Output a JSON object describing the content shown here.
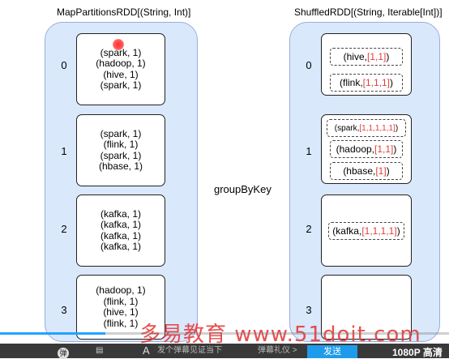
{
  "diagram": {
    "left_title": "MapPartitionsRDD[(String, Int)]",
    "right_title": "ShuffledRDD[(String, Iterable[Int])]",
    "operation_label": "groupByKey",
    "left_partitions": [
      {
        "index": "0",
        "lines": [
          "(spark, 1)",
          "(hadoop, 1)",
          "(hive, 1)",
          "(spark, 1)"
        ]
      },
      {
        "index": "1",
        "lines": [
          "(spark, 1)",
          "(flink, 1)",
          "(spark, 1)",
          "(hbase, 1)"
        ]
      },
      {
        "index": "2",
        "lines": [
          "(kafka, 1)",
          "(kafka, 1)",
          "(kafka, 1)",
          "(kafka, 1)"
        ]
      },
      {
        "index": "3",
        "lines": [
          "(hadoop, 1)",
          "(flink, 1)",
          "(hive, 1)",
          "(flink, 1)"
        ]
      }
    ],
    "right_partitions": [
      {
        "index": "0",
        "items": [
          {
            "key": "(hive, ",
            "vals": "[1,1]",
            "close": ")"
          },
          {
            "key": "(flink, ",
            "vals": "[1,1,1]",
            "close": ")"
          }
        ]
      },
      {
        "index": "1",
        "items": [
          {
            "key": "(spark, ",
            "vals": "[1,1,1,1,1]",
            "close": ")"
          },
          {
            "key": "(hadoop, ",
            "vals": "[1,1]",
            "close": ")"
          },
          {
            "key": "(hbase, ",
            "vals": "[1]",
            "close": ")"
          }
        ]
      },
      {
        "index": "2",
        "items": [
          {
            "key": "(kafka, ",
            "vals": "[1,1,1,1]",
            "close": ")"
          }
        ]
      },
      {
        "index": "3",
        "items": []
      }
    ]
  },
  "overlay": {
    "watermark": "多易教育 www.51doit.com",
    "player": {
      "danmu_icon": "弹",
      "danmu_placeholder": "发个弹幕见证当下",
      "danmu_etiquette": "弹幕礼仪 >",
      "send_label": "发送",
      "quality_label": "1080P 高清",
      "progress": 0.235
    }
  }
}
